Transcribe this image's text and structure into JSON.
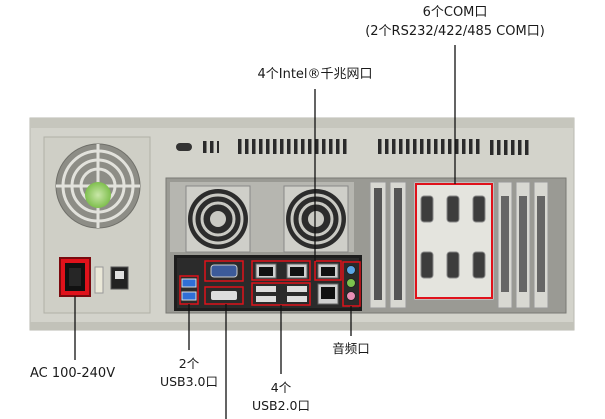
{
  "labels": {
    "com_line1": "6个COM口",
    "com_line2": "(2个RS232/422/485 COM口)",
    "lan": "4个Intel®千兆网口",
    "ac": "AC 100-240V",
    "usb3_line1": "2个",
    "usb3_line2": "USB3.0口",
    "usb2_line1": "4个",
    "usb2_line2": "USB2.0口",
    "audio": "音频口"
  },
  "colors": {
    "highlight": "#e0121b",
    "chassis": "#d4d4cc",
    "leader": "#111111"
  }
}
